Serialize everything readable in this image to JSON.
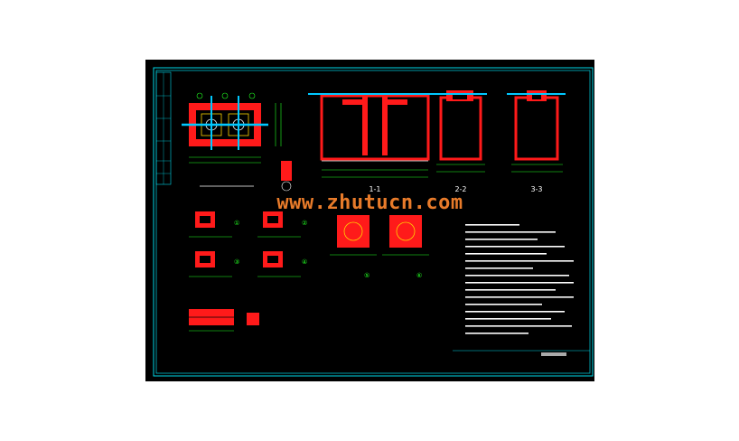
{
  "drawing": {
    "watermark": "www.zhutucn.com",
    "section_labels": {
      "one": "1-1",
      "two": "2-2",
      "three": "3-3"
    },
    "detail_markers": [
      "①",
      "②",
      "③",
      "④",
      "⑤",
      "⑥"
    ],
    "colors": {
      "background": "#000000",
      "frame": "#00d8e8",
      "walls": "#ff1a1a",
      "dims": "#22ff22",
      "annotations": "#ffffff",
      "pipes": "#00c8ff",
      "watermark": "#e87b2a"
    }
  }
}
